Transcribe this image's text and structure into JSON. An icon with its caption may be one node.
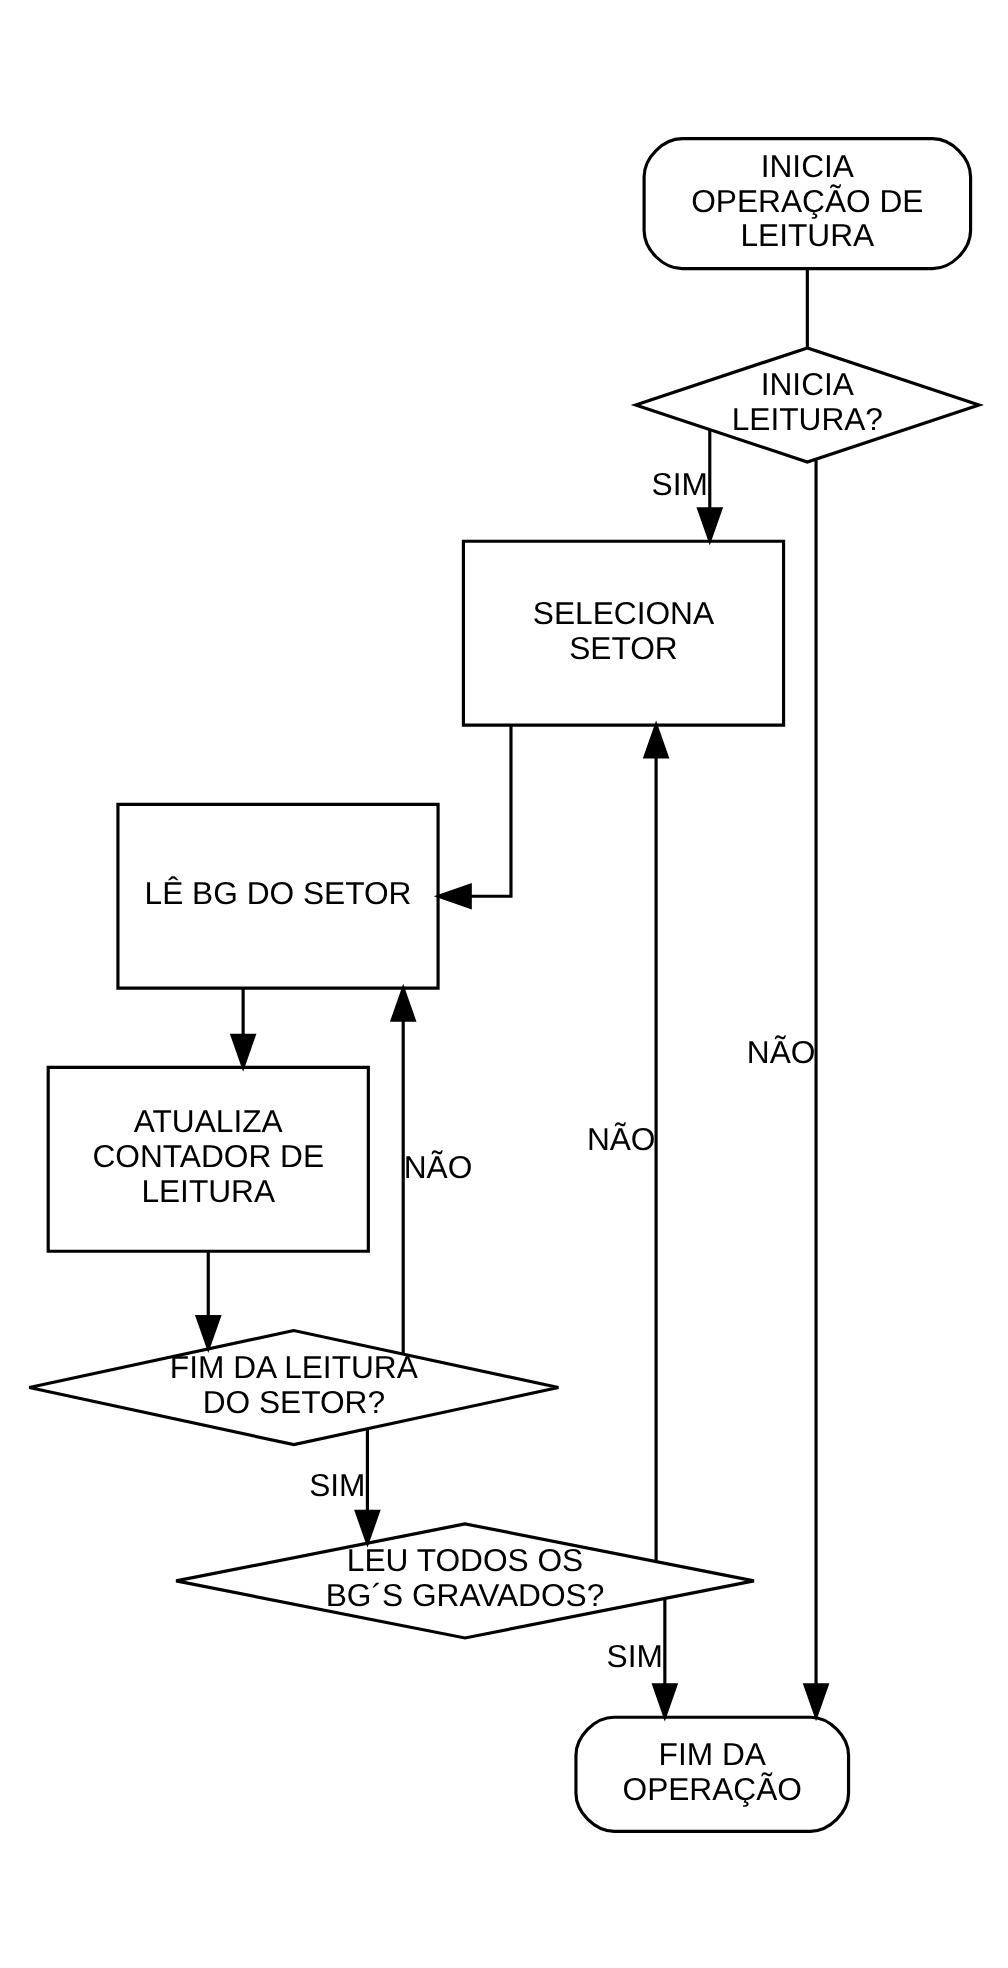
{
  "diagram": {
    "nodes": [
      {
        "text": [
          "INICIA OPERAÇÃO DE LEITURA"
        ]
      },
      {
        "text": [
          "INICIA LEITURA?"
        ]
      },
      {
        "text": [
          "SELECIONA SETOR"
        ]
      },
      {
        "text": [
          "LÊ BG DO SETOR"
        ]
      },
      {
        "text": [
          "ATUALIZA CONTADOR DE LEITURA"
        ]
      },
      {
        "text": [
          "FIM DA LEITURA DO SETOR?"
        ]
      },
      {
        "text": [
          "LEU TODOS OS BG´S GRAVADOS?"
        ]
      },
      {
        "text": [
          "FIM DA OPERAÇÃO"
        ]
      }
    ],
    "edges": [
      {
        "from": 0,
        "to": 1,
        "arrow": "none"
      },
      {
        "from": 1,
        "to": 2,
        "arrow": "to",
        "label": "SIM"
      },
      {
        "from": 1,
        "to": 7,
        "arrow": "to",
        "label": "NÃO"
      },
      {
        "from": 2,
        "to": 3,
        "arrow": "to"
      },
      {
        "from": 3,
        "to": 4,
        "arrow": "to"
      },
      {
        "from": 4,
        "to": 5,
        "arrow": "to"
      },
      {
        "from": 5,
        "to": 3,
        "arrow": "to",
        "label": "NÃO"
      },
      {
        "from": 5,
        "to": 6,
        "arrow": "to",
        "label": "SIM"
      },
      {
        "from": 6,
        "to": 2,
        "arrow": "to",
        "label": "NÃO"
      },
      {
        "from": 6,
        "to": 7,
        "arrow": "to",
        "label": "SIM"
      }
    ]
  }
}
